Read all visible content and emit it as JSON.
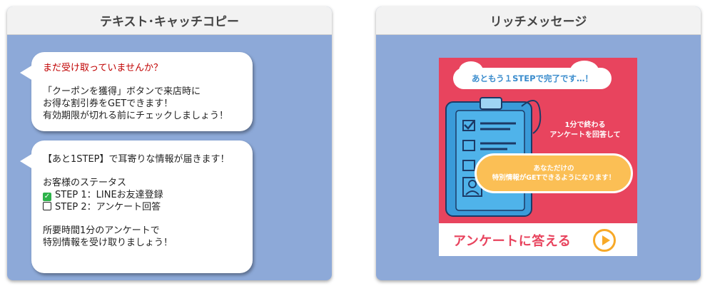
{
  "left_panel": {
    "title": "テキスト･キャッチコピー",
    "bubble1": {
      "headline": "まだ受け取っていませんか？",
      "lines": [
        "「クーポンを獲得」ボタンで来店時に",
        "お得な割引券をGETできます！",
        "有効期限が切れる前にチェックしましょう！"
      ]
    },
    "bubble2": {
      "headline": "【あと1STEP】で耳寄りな情報が届きます！",
      "status_title": "お客様のステータス",
      "step1": "STEP 1：LINEお友達登録",
      "step2": "STEP 2：アンケート回答",
      "footer_lines": [
        "所要時間1分のアンケートで",
        "特別情報を受け取りましょう！"
      ]
    }
  },
  "right_panel": {
    "title": "リッチメッセージ",
    "rich": {
      "cloud_text": "あともう１STEPで完了です…！",
      "survey_lines": [
        "1分で終わる",
        "アンケートを回答して"
      ],
      "oval_lines": [
        "あなただけの",
        "特別情報がGETできるようになります！"
      ],
      "cta_label": "アンケートに答える"
    }
  },
  "colors": {
    "panel_bg": "#8da9d8",
    "rich_bg": "#e8445e",
    "accent_orange": "#f7a928",
    "clipboard_blue": "#3a9bd9",
    "headline_red": "#c00000",
    "check_green": "#2db34a"
  }
}
